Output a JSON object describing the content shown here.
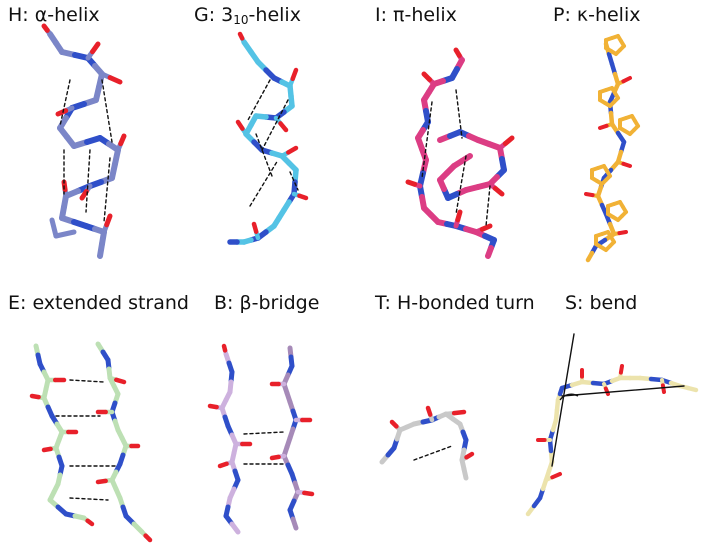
{
  "colors": {
    "oxygen": "#e8202a",
    "nitrogen": "#2f4fc9",
    "hbond": "#111111",
    "bend_line": "#111111"
  },
  "panels": [
    {
      "id": "H",
      "title": "H:  α-helix",
      "sub": "",
      "tail": "",
      "backbone_color": "#7b86c8",
      "dark_color": "#5a64a8"
    },
    {
      "id": "G",
      "title": "G: 3",
      "sub": "10",
      "tail": "-helix",
      "backbone_color": "#54c3e5",
      "dark_color": "#2ea0c4"
    },
    {
      "id": "I",
      "title": "I: π-helix",
      "sub": "",
      "tail": "",
      "backbone_color": "#dc3d84",
      "dark_color": "#b82a68"
    },
    {
      "id": "P",
      "title": "P: κ-helix",
      "sub": "",
      "tail": "",
      "backbone_color": "#f1b236",
      "dark_color": "#d8941c"
    },
    {
      "id": "E",
      "title": "E: extended strand",
      "sub": "",
      "tail": "",
      "backbone_color": "#bde0b4",
      "dark_color": "#98c090"
    },
    {
      "id": "B",
      "title": "B: β-bridge",
      "sub": "",
      "tail": "",
      "backbone_color": "#cdb1de",
      "dark_color": "#a68ab8"
    },
    {
      "id": "T",
      "title": "T: H-bonded turn",
      "sub": "",
      "tail": "",
      "backbone_color": "#c9c9c9",
      "dark_color": "#a4a4a4"
    },
    {
      "id": "S",
      "title": "S: bend",
      "sub": "",
      "tail": "",
      "backbone_color": "#ece3ac",
      "dark_color": "#c8bd84"
    }
  ]
}
